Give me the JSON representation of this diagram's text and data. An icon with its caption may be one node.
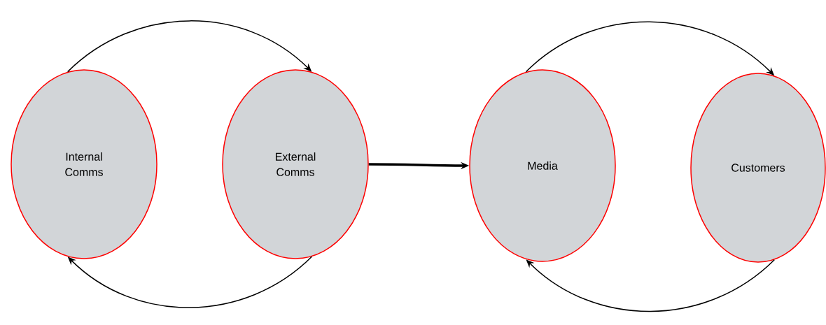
{
  "diagram": {
    "nodes": [
      {
        "text": [
          "Internal Comms"
        ]
      },
      {
        "text": [
          "External Comms"
        ]
      },
      {
        "text": [
          "Media"
        ]
      },
      {
        "text": [
          "Customers"
        ]
      }
    ],
    "edges": [
      {
        "from": 0,
        "to": 1,
        "arrow": "to"
      },
      {
        "from": 1,
        "to": 0,
        "arrow": "to"
      },
      {
        "from": 1,
        "to": 2,
        "arrow": "to",
        "style": "thick"
      },
      {
        "from": 2,
        "to": 3,
        "arrow": "to"
      },
      {
        "from": 3,
        "to": 2,
        "arrow": "to"
      }
    ]
  }
}
